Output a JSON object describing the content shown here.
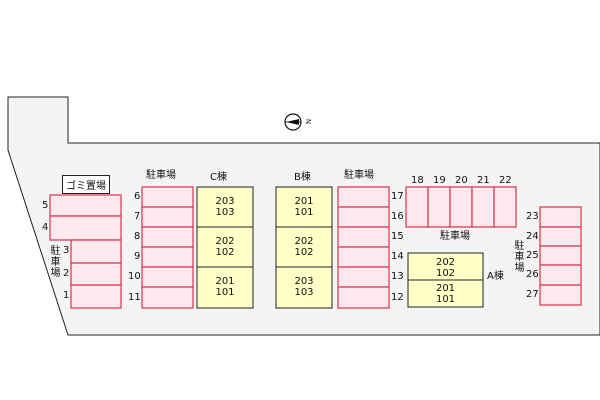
{
  "compass": {
    "label": "N",
    "icon": "north-arrow-icon"
  },
  "garbage_area": "ゴミ置場",
  "buildings": {
    "c": {
      "name": "C棟",
      "units": [
        [
          "203",
          "103"
        ],
        [
          "202",
          "102"
        ],
        [
          "201",
          "101"
        ]
      ]
    },
    "b": {
      "name": "B棟",
      "units": [
        [
          "201",
          "101"
        ],
        [
          "202",
          "102"
        ],
        [
          "203",
          "103"
        ]
      ]
    },
    "a": {
      "name": "A棟",
      "units": [
        [
          "202",
          "102"
        ],
        [
          "201",
          "101"
        ]
      ]
    }
  },
  "parking": {
    "label": "駐車場",
    "vertical_label": [
      "駐",
      "車",
      "場"
    ],
    "left_block": [
      "5",
      "4",
      "3",
      "2",
      "1"
    ],
    "col_6_11": [
      "6",
      "7",
      "8",
      "9",
      "10",
      "11"
    ],
    "col_17_12": [
      "17",
      "16",
      "15",
      "14",
      "13",
      "12"
    ],
    "top_row": [
      "18",
      "19",
      "20",
      "21",
      "22"
    ],
    "right_col": [
      "23",
      "24",
      "25",
      "26",
      "27"
    ]
  },
  "colors": {
    "slot_border": "#d8324e",
    "slot_fill": "#ffe8ee",
    "building_fill": "#ffffc8",
    "lot_fill": "#f4f4f4"
  }
}
